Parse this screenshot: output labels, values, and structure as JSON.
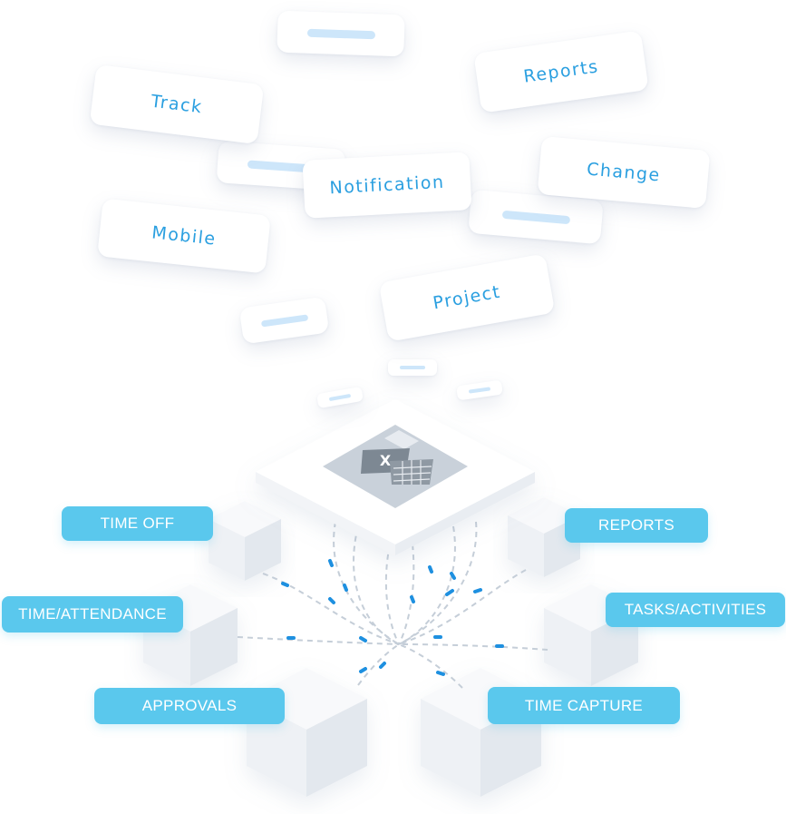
{
  "floating_cards": [
    {
      "id": "track",
      "label": "Track"
    },
    {
      "id": "reports",
      "label": "Reports"
    },
    {
      "id": "notification",
      "label": "Notification"
    },
    {
      "id": "change",
      "label": "Change"
    },
    {
      "id": "mobile",
      "label": "Mobile"
    },
    {
      "id": "project",
      "label": "Project"
    }
  ],
  "hub": {
    "icon": "excel-spreadsheet-icon"
  },
  "modules": [
    {
      "id": "time-off",
      "label": "TIME OFF"
    },
    {
      "id": "reports",
      "label": "REPORTS"
    },
    {
      "id": "time-attendance",
      "label": "TIME/ATTENDANCE"
    },
    {
      "id": "tasks-activities",
      "label": "TASKS/ACTIVITIES"
    },
    {
      "id": "approvals",
      "label": "APPROVALS"
    },
    {
      "id": "time-capture",
      "label": "TIME CAPTURE"
    }
  ],
  "colors": {
    "label_bg": "#5ac8ed",
    "label_text": "#ffffff",
    "card_text": "#2a9fe0",
    "connector_dash": "#c5ced8",
    "connector_accent": "#1e90e0",
    "placeholder_bar": "#cde6fa"
  }
}
